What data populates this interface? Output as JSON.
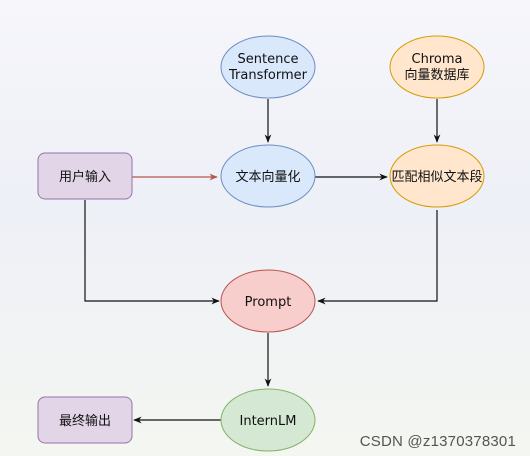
{
  "nodes": {
    "sentence_transformer": {
      "line1": "Sentence",
      "line2": "Transformer"
    },
    "chroma": {
      "line1": "Chroma",
      "line2": "向量数据库"
    },
    "user_input": {
      "label": "用户输入"
    },
    "text_vectorize": {
      "label": "文本向量化"
    },
    "match_text": {
      "label": "匹配相似文本段"
    },
    "prompt": {
      "label": "Prompt"
    },
    "final_output": {
      "label": "最终输出"
    },
    "internlm": {
      "label": "InternLM"
    }
  },
  "colors": {
    "blue_fill": "#dae8fc",
    "blue_stroke": "#6c8ebf",
    "orange_fill": "#ffe6cc",
    "orange_stroke": "#d79b00",
    "purple_fill": "#e1d5e7",
    "purple_stroke": "#9673a6",
    "red_fill": "#f8cecc",
    "red_stroke": "#b85450",
    "green_fill": "#d5e8d4",
    "green_stroke": "#82b366",
    "red_arrow": "#b85450"
  },
  "watermark": "CSDN @z1370378301"
}
